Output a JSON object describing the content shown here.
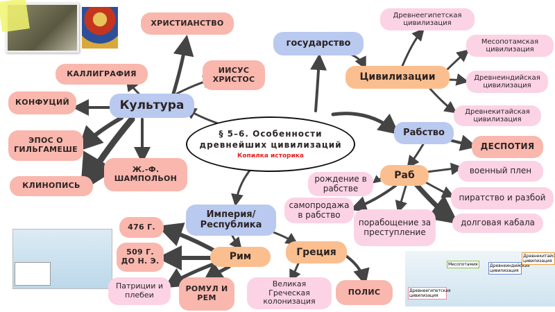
{
  "center": {
    "title_line1": "§ 5–6. Особенности",
    "title_line2": "древнейших цивилизаций",
    "subtitle": "Копилка историка"
  },
  "culture": {
    "label": "Культура",
    "items": [
      "ХРИСТИАНСТВО",
      "КАЛЛИГРАФИЯ",
      "ИИСУС ХРИСТОС",
      "КОНФУЦИЙ",
      "ЭПОС О ГИЛЬГАМЕШЕ",
      "КЛИНОПИСЬ",
      "Ж.-Ф. ШАМПОЛЬОН"
    ]
  },
  "state": {
    "label": "государство"
  },
  "civilizations": {
    "label": "Цивилизации",
    "items": [
      "Древнеегипетская цивилизация",
      "Месопотамская цивилизация",
      "Древнеиндийская цивилизация",
      "Древнекитайская цивилизация"
    ]
  },
  "slavery": {
    "label": "Рабство",
    "despotism": "ДЕСПОТИЯ",
    "slave": "Раб",
    "sources": [
      "военный плен",
      "рождение в рабстве",
      "пиратство и разбой",
      "самопродажа в рабство",
      "порабощение за преступление",
      "долговая кабала"
    ]
  },
  "empire": {
    "label": "Империя/ Республика"
  },
  "rome": {
    "label": "Рим",
    "items": [
      "476 Г.",
      "509 Г. ДО Н. Э.",
      "Патриции и плебеи",
      "РОМУЛ И РЕМ"
    ]
  },
  "greece": {
    "label": "Греция",
    "items": [
      "Великая Греческая колонизация",
      "ПОЛИС"
    ]
  },
  "map_labels": [
    "Древнеегипетская цивилизация",
    "Месопотамия",
    "Древнеиндийская цивилизация",
    "Древнекитайская цивилизация"
  ],
  "colors": {
    "salmon": "#f9b7ad",
    "pink": "#fbd3e4",
    "blue": "#b9c9ef",
    "orange": "#fbbf8f",
    "accent_red": "#e52020"
  }
}
